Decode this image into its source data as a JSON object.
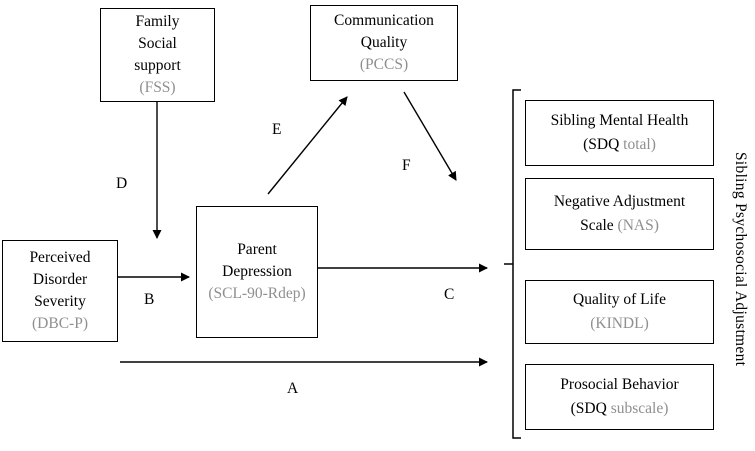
{
  "colors": {
    "text": "#000000",
    "muted": "#8f8f8f",
    "line": "#000000"
  },
  "boxes": {
    "fss": {
      "line1": "Family",
      "line2": "Social",
      "line3": "support",
      "sub": "(FSS)"
    },
    "pccs": {
      "line1": "Communication",
      "line2": "Quality",
      "sub": "(PCCS)"
    },
    "dbcp": {
      "line1": "Perceived",
      "line2": "Disorder",
      "line3": "Severity",
      "sub": "(DBC-P)"
    },
    "depression": {
      "line1": "Parent",
      "line2": "Depression",
      "sub": "(SCL-90-Rdep)"
    },
    "sdq_total": {
      "line1": "Sibling Mental Health",
      "line2_prefix": "(SDQ",
      "line2_muted": "total)"
    },
    "nas": {
      "line1": "Negative Adjustment",
      "line2_prefix": "Scale",
      "line2_muted": "(NAS)"
    },
    "kindl": {
      "line1": "Quality of Life",
      "line2": "(KINDL)"
    },
    "prosocial": {
      "line1": "Prosocial Behavior",
      "line2_prefix": "(SDQ",
      "line2_muted": "subscale)"
    }
  },
  "arrow_labels": {
    "a": "A",
    "b": "B",
    "c": "C",
    "d": "D",
    "e": "E",
    "f": "F"
  },
  "bracket_label": "Sibling Psychosocial Adjustment"
}
